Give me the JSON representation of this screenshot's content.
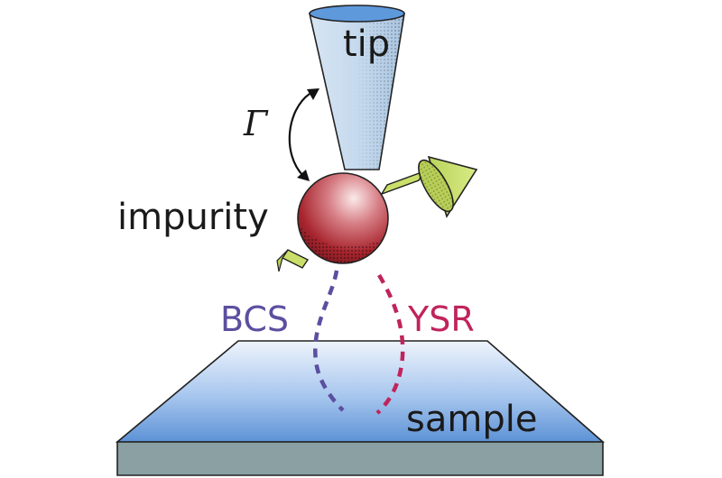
{
  "labels": {
    "tip": "tip",
    "gamma": "Γ",
    "impurity": "impurity",
    "bcs": "BCS",
    "ysr": "YSR",
    "sample": "sample"
  },
  "colors": {
    "bcs": "#5b4fa0",
    "ysr": "#c0245c",
    "text": "#1a1a1a",
    "tip_fill": "#c5d9ee",
    "sphere": "#a8252e",
    "spin_cone": "#c9df6a",
    "sample_top": "#5d92d6",
    "sample_edge": "#8aa0a3"
  }
}
